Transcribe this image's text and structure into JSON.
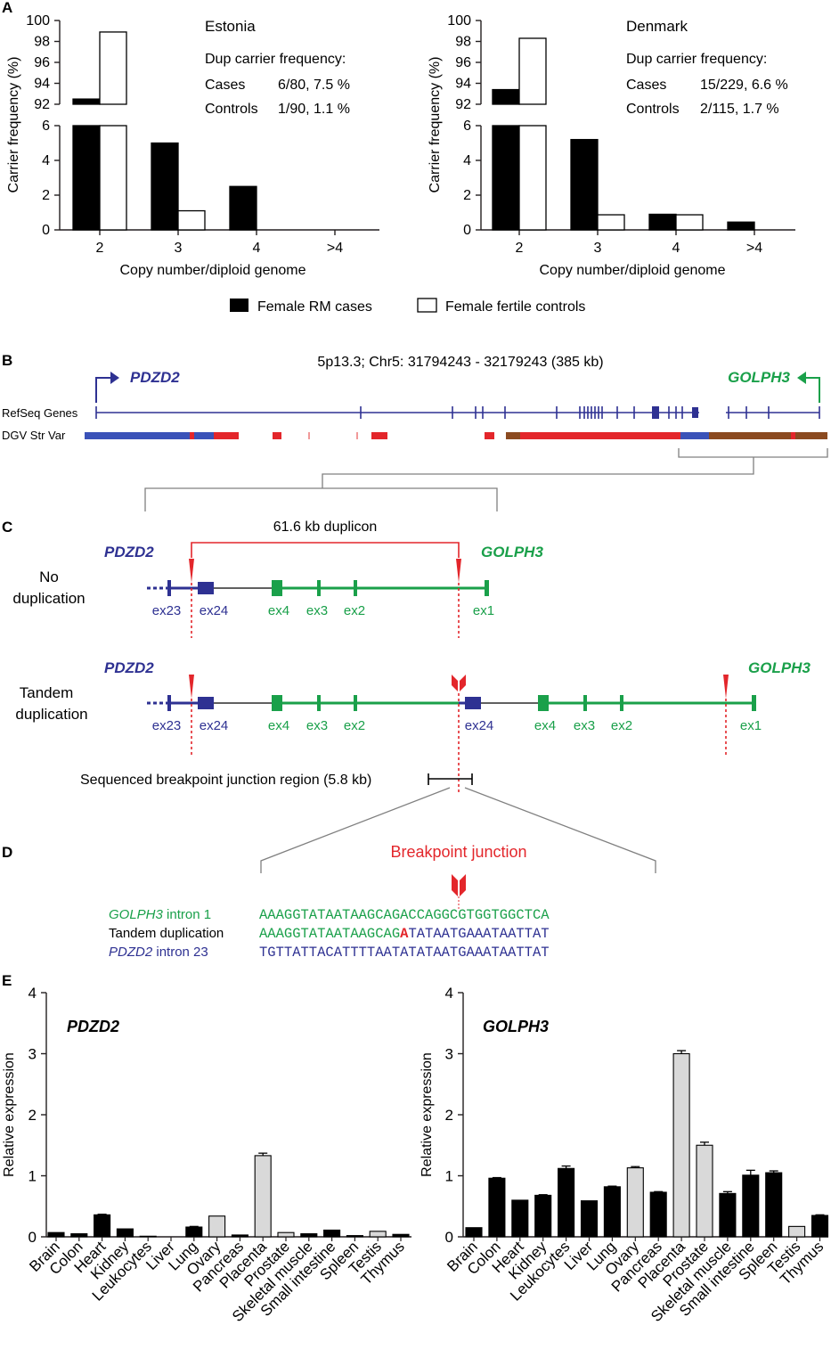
{
  "colors": {
    "black": "#000000",
    "white": "#ffffff",
    "grey_bar": "#d9d9d9",
    "blue": "#2e3192",
    "green": "#1aa04a",
    "red": "#e3262b",
    "brown": "#8b4a20",
    "axis": "#231f20"
  },
  "panels": {
    "a": "A",
    "b": "B",
    "c": "C",
    "d": "D",
    "e": "E"
  },
  "chart_data": [
    {
      "id": "estonia",
      "type": "bar",
      "title": "Estonia",
      "xlabel": "Copy number/diploid genome",
      "ylabel": "Carrier frequency (%)",
      "categories": [
        "2",
        "3",
        "4",
        ">4"
      ],
      "ylim_lower": [
        0,
        6
      ],
      "ylim_upper": [
        92,
        100
      ],
      "yticks_lower": [
        "0",
        "2",
        "4",
        "6"
      ],
      "yticks_upper": [
        "92",
        "94",
        "96",
        "98",
        "100"
      ],
      "series": [
        {
          "name": "Female RM cases",
          "values": [
            92.5,
            5.0,
            2.5,
            0
          ]
        },
        {
          "name": "Female fertile controls",
          "values": [
            98.9,
            1.1,
            0,
            0
          ]
        }
      ],
      "stats_title": "Dup carrier frequency:",
      "stats": [
        {
          "label": "Cases",
          "value": "6/80, 7.5 %"
        },
        {
          "label": "Controls",
          "value": "1/90, 1.1 %"
        }
      ]
    },
    {
      "id": "denmark",
      "type": "bar",
      "title": "Denmark",
      "xlabel": "Copy number/diploid genome",
      "ylabel": "Carrier frequency (%)",
      "categories": [
        "2",
        "3",
        "4",
        ">4"
      ],
      "ylim_lower": [
        0,
        6
      ],
      "ylim_upper": [
        92,
        100
      ],
      "yticks_lower": [
        "0",
        "2",
        "4",
        "6"
      ],
      "yticks_upper": [
        "92",
        "94",
        "96",
        "98",
        "100"
      ],
      "series": [
        {
          "name": "Female RM cases",
          "values": [
            93.4,
            5.2,
            0.9,
            0.45
          ]
        },
        {
          "name": "Female fertile controls",
          "values": [
            98.3,
            0.87,
            0.87,
            0
          ]
        }
      ],
      "stats_title": "Dup carrier frequency:",
      "stats": [
        {
          "label": "Cases",
          "value": "15/229, 6.6 %"
        },
        {
          "label": "Controls",
          "value": "2/115, 1.7 %"
        }
      ]
    },
    {
      "id": "pdzd2_expr",
      "type": "bar",
      "title": "PDZD2",
      "xlabel": "",
      "ylabel": "Relative expression",
      "ylim": [
        0,
        4
      ],
      "yticks": [
        "0",
        "1",
        "2",
        "3",
        "4"
      ],
      "categories": [
        "Brain",
        "Colon",
        "Heart",
        "Kidney",
        "Leukocytes",
        "Liver",
        "Lung",
        "Ovary",
        "Pancreas",
        "Placenta",
        "Prostate",
        "Skeletal muscle",
        "Small intestine",
        "Spleen",
        "Testis",
        "Thymus"
      ],
      "values": [
        0.07,
        0.05,
        0.36,
        0.13,
        0.01,
        0.0,
        0.16,
        0.34,
        0.03,
        1.33,
        0.07,
        0.05,
        0.11,
        0.02,
        0.09,
        0.04
      ],
      "errors": [
        0,
        0,
        0.01,
        0,
        0,
        0,
        0.01,
        0,
        0,
        0.04,
        0,
        0,
        0,
        0,
        0,
        0
      ],
      "fill": [
        "black",
        "black",
        "black",
        "black",
        "black",
        "black",
        "black",
        "grey",
        "black",
        "grey",
        "grey",
        "black",
        "black",
        "black",
        "grey",
        "black"
      ]
    },
    {
      "id": "golph3_expr",
      "type": "bar",
      "title": "GOLPH3",
      "xlabel": "",
      "ylabel": "Relative expression",
      "ylim": [
        0,
        4
      ],
      "yticks": [
        "0",
        "1",
        "2",
        "3",
        "4"
      ],
      "categories": [
        "Brain",
        "Colon",
        "Heart",
        "Kidney",
        "Leukocytes",
        "Liver",
        "Lung",
        "Ovary",
        "Pancreas",
        "Placenta",
        "Prostate",
        "Skeletal muscle",
        "Small intestine",
        "Spleen",
        "Testis",
        "Thymus"
      ],
      "values": [
        0.15,
        0.96,
        0.6,
        0.68,
        1.12,
        0.59,
        0.82,
        1.13,
        0.73,
        3.0,
        1.5,
        0.71,
        1.01,
        1.05,
        0.17,
        0.35
      ],
      "errors": [
        0,
        0.01,
        0,
        0.01,
        0.04,
        0,
        0.01,
        0.02,
        0.01,
        0.05,
        0.05,
        0.03,
        0.08,
        0.03,
        0,
        0.01
      ],
      "fill": [
        "black",
        "black",
        "black",
        "black",
        "black",
        "black",
        "black",
        "grey",
        "black",
        "grey",
        "grey",
        "black",
        "black",
        "black",
        "grey",
        "black"
      ]
    }
  ],
  "legend": {
    "cases": "Female RM cases",
    "controls": "Female fertile controls"
  },
  "panel_b": {
    "region": "5p13.3; Chr5: 31794243 - 32179243 (385 kb)",
    "gene_left": "PDZD2",
    "gene_right": "GOLPH3",
    "track_refseq": "RefSeq Genes",
    "track_dgv": "DGV Str Var"
  },
  "panel_c": {
    "duplicon": "61.6 kb duplicon",
    "row1_label_line1": "No",
    "row1_label_line2": "duplication",
    "row2_label_line1": "Tandem",
    "row2_label_line2": "duplication",
    "gene_left": "PDZD2",
    "gene_right": "GOLPH3",
    "ex23": "ex23",
    "ex24": "ex24",
    "ex4": "ex4",
    "ex3": "ex3",
    "ex2": "ex2",
    "ex1": "ex1",
    "junction_region": "Sequenced breakpoint junction region (5.8 kb)"
  },
  "panel_d": {
    "title": "Breakpoint junction",
    "row1_gene": "GOLPH3",
    "row1_suffix": " intron 1",
    "row1_seq": "AAAGGTATAATAAGCAGACCAGGCGTGGTGGCTCA",
    "row2_label": "Tandem duplication",
    "row2_seq_a": "AAAGGTATAATAAGCAG",
    "row2_seq_b": "A",
    "row2_seq_c": "TATAATGAAATAATTAT",
    "row3_gene": "PDZD2",
    "row3_suffix": " intron 23",
    "row3_seq": "TGTTATTACATTTTAATATATAATGAAATAATTAT"
  }
}
